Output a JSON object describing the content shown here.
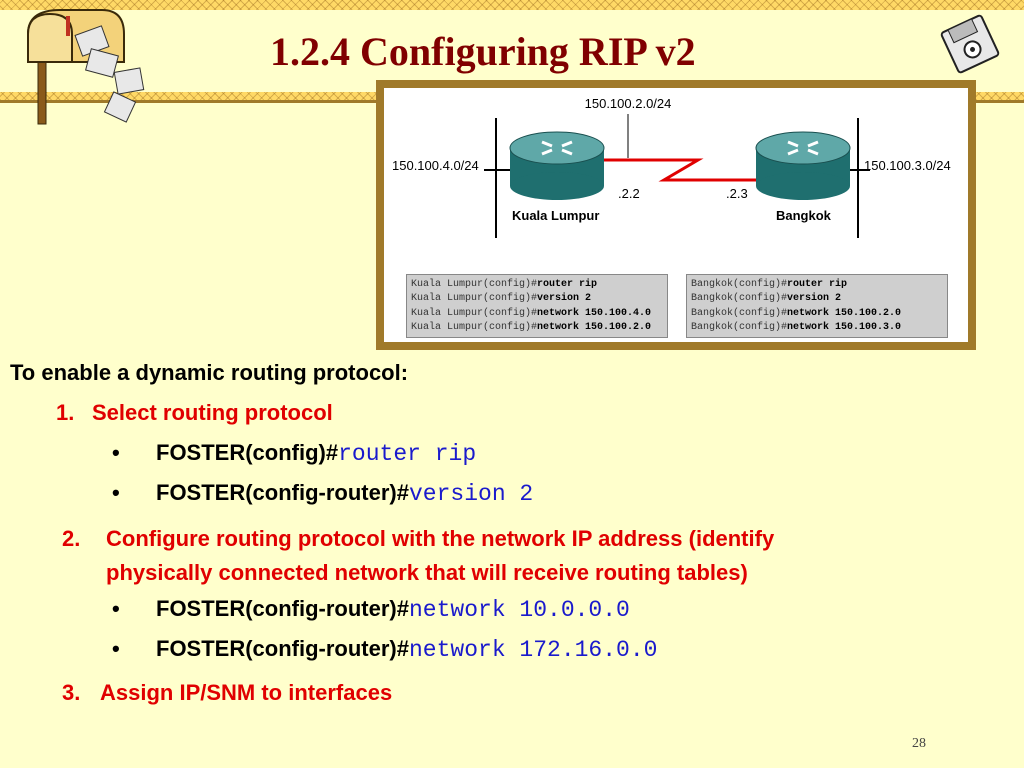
{
  "slide": {
    "title": "1.2.4 Configuring RIP v2",
    "page_number": "28"
  },
  "diagram": {
    "net_top": "150.100.2.0/24",
    "net_left": "150.100.4.0/24",
    "net_right": "150.100.3.0/24",
    "router_left_name": "Kuala Lumpur",
    "router_right_name": "Bangkok",
    "iface_left": ".2.2",
    "iface_right": ".2.3",
    "config_left": [
      {
        "prompt": "Kuala Lumpur(config)#",
        "command": "router rip"
      },
      {
        "prompt": "Kuala Lumpur(config)#",
        "command": "version 2"
      },
      {
        "prompt": "Kuala Lumpur(config)#",
        "command": "network 150.100.4.0"
      },
      {
        "prompt": "Kuala Lumpur(config)#",
        "command": "network 150.100.2.0"
      }
    ],
    "config_right": [
      {
        "prompt": "Bangkok(config)#",
        "command": "router rip"
      },
      {
        "prompt": "Bangkok(config)#",
        "command": "version 2"
      },
      {
        "prompt": "Bangkok(config)#",
        "command": "network 150.100.2.0"
      },
      {
        "prompt": "Bangkok(config)#",
        "command": "network 150.100.3.0"
      }
    ]
  },
  "content": {
    "intro": "To enable a dynamic routing protocol:",
    "step1": {
      "num": "1.",
      "text": "Select routing protocol"
    },
    "step1_bullets": [
      {
        "prompt": "FOSTER(config)#",
        "command": "router rip"
      },
      {
        "prompt": "FOSTER(config-router)#",
        "command": "version 2"
      }
    ],
    "step2": {
      "num": "2.",
      "line1": "Configure routing protocol with the network IP address (identify",
      "line2": "physically connected network that will receive routing tables)"
    },
    "step2_bullets": [
      {
        "prompt": "FOSTER(config-router)#",
        "command": "network 10.0.0.0"
      },
      {
        "prompt": "FOSTER(config-router)#",
        "command": "network 172.16.0.0"
      }
    ],
    "step3": {
      "num": "3.",
      "text": "Assign IP/SNM to interfaces"
    },
    "bullet_glyph": "•"
  },
  "colors": {
    "background": "#ffffcc",
    "title": "#800000",
    "step_text": "#e00000",
    "command_text": "#1a1acc",
    "frame": "#a07a2a"
  }
}
